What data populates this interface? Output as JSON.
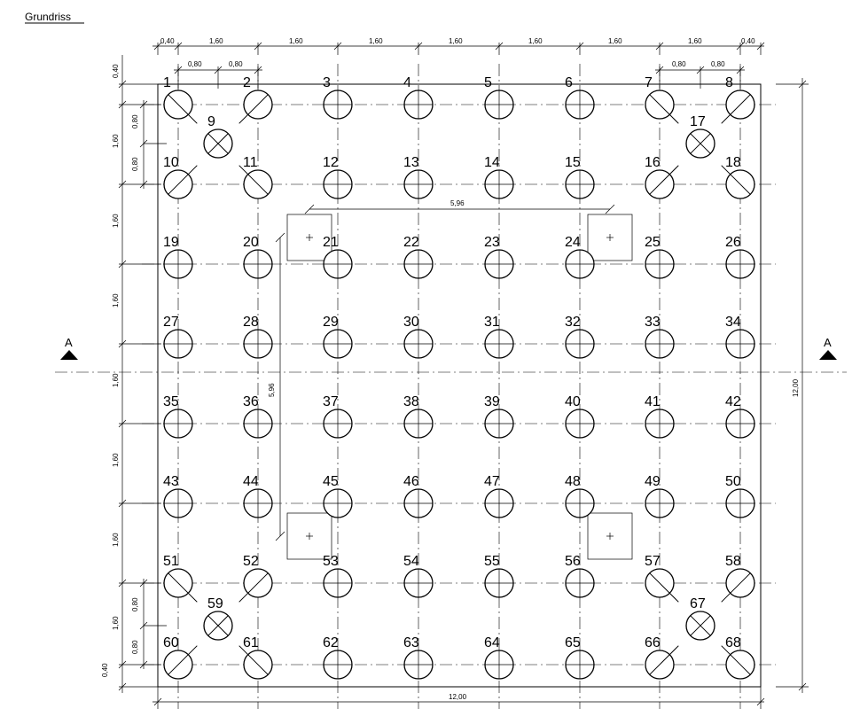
{
  "drawing": {
    "title": "Grundriss",
    "section_marker": "A",
    "dims_top": [
      "0,40",
      "1,60",
      "1,60",
      "1,60",
      "1,60",
      "1,60",
      "1,60",
      "1,60",
      "0,40"
    ],
    "dims_top_sub": [
      "0,80",
      "0,80"
    ],
    "dims_left": [
      "0,40",
      "1,60",
      "1,60",
      "1,60",
      "1,60",
      "1,60",
      "1,60",
      "1,60",
      "0,40"
    ],
    "dims_left_sub": [
      "0,80",
      "0,80"
    ],
    "overall_width": "12,00",
    "overall_height": "12,00",
    "inner_dim_h": "5,96",
    "inner_dim_v": "5,96"
  },
  "piles": {
    "grid_labels": [
      [
        "1",
        "2",
        "3",
        "4",
        "5",
        "6",
        "7",
        "8"
      ],
      [
        "10",
        "11",
        "12",
        "13",
        "14",
        "15",
        "16",
        "18"
      ],
      [
        "19",
        "20",
        "21",
        "22",
        "23",
        "24",
        "25",
        "26"
      ],
      [
        "27",
        "28",
        "29",
        "30",
        "31",
        "32",
        "33",
        "34"
      ],
      [
        "35",
        "36",
        "37",
        "38",
        "39",
        "40",
        "41",
        "42"
      ],
      [
        "43",
        "44",
        "45",
        "46",
        "47",
        "48",
        "49",
        "50"
      ],
      [
        "51",
        "52",
        "53",
        "54",
        "55",
        "56",
        "57",
        "58"
      ],
      [
        "60",
        "61",
        "62",
        "63",
        "64",
        "65",
        "66",
        "68"
      ]
    ],
    "crossed_labels": [
      "9",
      "17",
      "59",
      "67"
    ]
  }
}
